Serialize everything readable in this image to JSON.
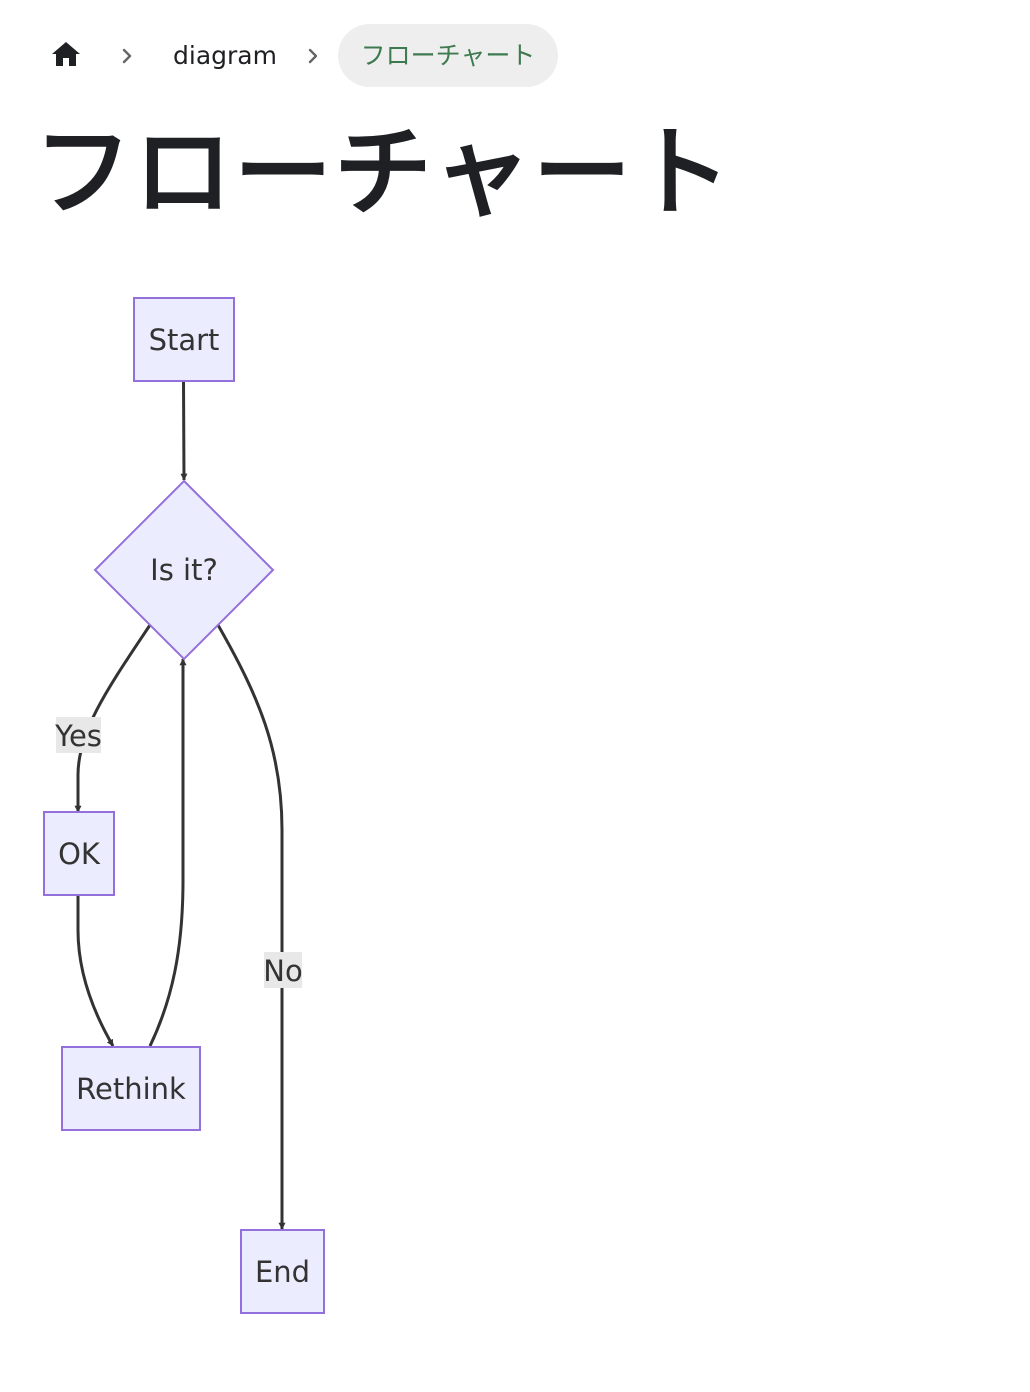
{
  "breadcrumb": {
    "home_icon": "home-icon",
    "separator_icon": "chevron-right-icon",
    "items": [
      {
        "label": "diagram"
      },
      {
        "label": "フローチャート"
      }
    ]
  },
  "page": {
    "title": "フローチャート"
  },
  "diagram": {
    "type": "flowchart",
    "direction": "top-down",
    "node_fill": "#ececff",
    "node_stroke": "#9370db",
    "edge_color": "#333333",
    "edge_label_bg": "#e8e8e8",
    "nodes": [
      {
        "id": "start",
        "label": "Start",
        "shape": "rect"
      },
      {
        "id": "isit",
        "label": "Is it?",
        "shape": "diamond"
      },
      {
        "id": "ok",
        "label": "OK",
        "shape": "rect"
      },
      {
        "id": "rethink",
        "label": "Rethink",
        "shape": "rect"
      },
      {
        "id": "end",
        "label": "End",
        "shape": "rect"
      }
    ],
    "edges": [
      {
        "from": "Start",
        "to": "Is it?",
        "label": ""
      },
      {
        "from": "Is it?",
        "to": "OK",
        "label": "Yes"
      },
      {
        "from": "OK",
        "to": "Rethink",
        "label": ""
      },
      {
        "from": "Rethink",
        "to": "Is it?",
        "label": ""
      },
      {
        "from": "Is it?",
        "to": "End",
        "label": "No"
      }
    ]
  }
}
